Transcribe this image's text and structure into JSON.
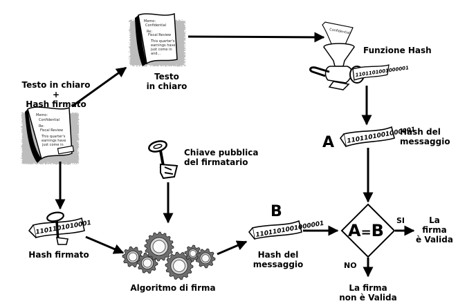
{
  "diagram": {
    "title": "Verifica della firma digitale",
    "nodes": {
      "signed_document": {
        "label_line1": "Testo in chiaro",
        "label_line2": "+",
        "label_line3": "Hash firmato",
        "memo_lines": [
          "Memo:",
          "Confidential",
          "Re:",
          "Fiscal Review",
          "This quarter's",
          "earnings have",
          "just come in",
          "and..."
        ]
      },
      "plain_text": {
        "label_line1": "Testo",
        "label_line2": "in chiaro",
        "memo_lines": [
          "Memo:",
          "Confidential",
          "Re:",
          "Fiscal Review",
          "This quarter's",
          "earnings have",
          "just come in",
          "and..."
        ]
      },
      "hash_function": {
        "label": "Funzione Hash",
        "ribbon_bits": "1101101001000001"
      },
      "hash_a": {
        "marker": "A",
        "label_line1": "Hash del",
        "label_line2": "messaggio",
        "ribbon_bits": "1101101001000001"
      },
      "public_key": {
        "label_line1": "Chiave pubblica",
        "label_line2": "del firmatario"
      },
      "signed_hash": {
        "label": "Hash firmato",
        "ribbon_bits": "1101101010001"
      },
      "signature_algorithm": {
        "label": "Algoritmo di firma"
      },
      "hash_b": {
        "marker": "B",
        "label_line1": "Hash del",
        "label_line2": "messaggio",
        "ribbon_bits": "1101101001000001"
      },
      "comparison": {
        "left": "A",
        "equals": "=",
        "right": "B"
      },
      "valid": {
        "branch": "SI",
        "label_line1": "La",
        "label_line2": "firma",
        "label_line3": "è Valida"
      },
      "invalid": {
        "branch": "NO",
        "label_line1": "La firma",
        "label_line2": "non è Valida"
      }
    }
  }
}
